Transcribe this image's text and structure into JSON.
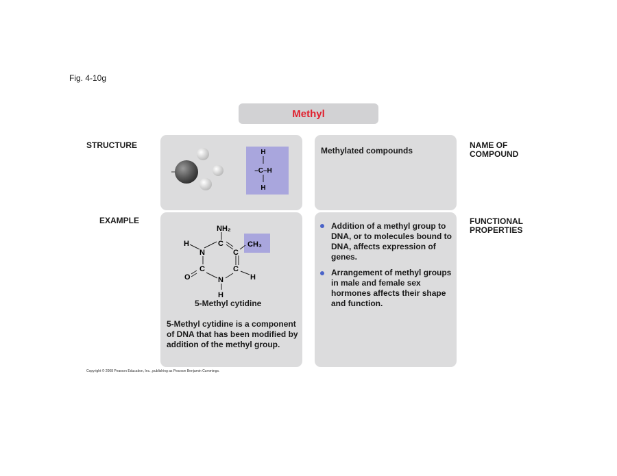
{
  "figure": {
    "label": "Fig. 4-10g",
    "title": "Methyl",
    "labels": {
      "structure": "STRUCTURE",
      "example": "EXAMPLE",
      "name_of_compound": "NAME OF\nCOMPOUND",
      "functional_properties": "FUNCTIONAL\nPROPERTIES"
    },
    "compound_name": "Methylated compounds",
    "structural_formula": {
      "top": "H",
      "middle": "–C–H",
      "bottom": "H"
    },
    "example_molecule": {
      "nh2": "NH₂",
      "h_left": "H",
      "n_upper": "N",
      "c_upper_left": "C",
      "c_upper_right": "C",
      "ch3": "CH₃",
      "o": "O",
      "c_lower_left": "C",
      "n_lower": "N",
      "c_lower_right": "C",
      "h_right": "H",
      "h_bottom": "H",
      "name": "5-Methyl cytidine"
    },
    "example_description": "5-Methyl cytidine is a component of DNA that has been modified by addition of the methyl group.",
    "functional_points": [
      "Addition of a methyl group to DNA, or to molecules bound to DNA, affects expression of genes.",
      "Arrangement of methyl groups in male and female sex hormones affects their shape and function."
    ],
    "copyright": "Copyright © 2008 Pearson Education, Inc., publishing as Pearson Benjamin Cummings."
  },
  "colors": {
    "accent": "#e0202e",
    "highlight": "#a9a6dd",
    "panel": "#dcdcdd",
    "bullet": "#4a63c8"
  }
}
